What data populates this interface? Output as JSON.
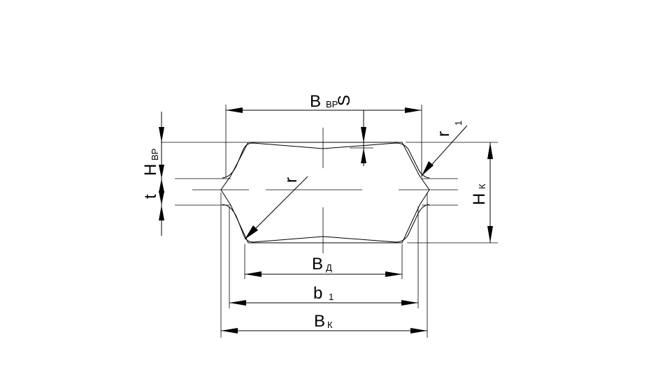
{
  "labels": {
    "b_vr": "B",
    "b_vr_sub": "ВР",
    "s": "S",
    "r1": "r",
    "r1_sub": "1",
    "r": "r",
    "h_vr": "H",
    "h_vr_sub": "ВР",
    "t": "t",
    "h_k": "H",
    "h_k_sub": "К",
    "b_d": "B",
    "b_d_sub": "Д",
    "b1": "b",
    "b1_sub": "1",
    "b_k": "B",
    "b_k_sub": "К"
  }
}
